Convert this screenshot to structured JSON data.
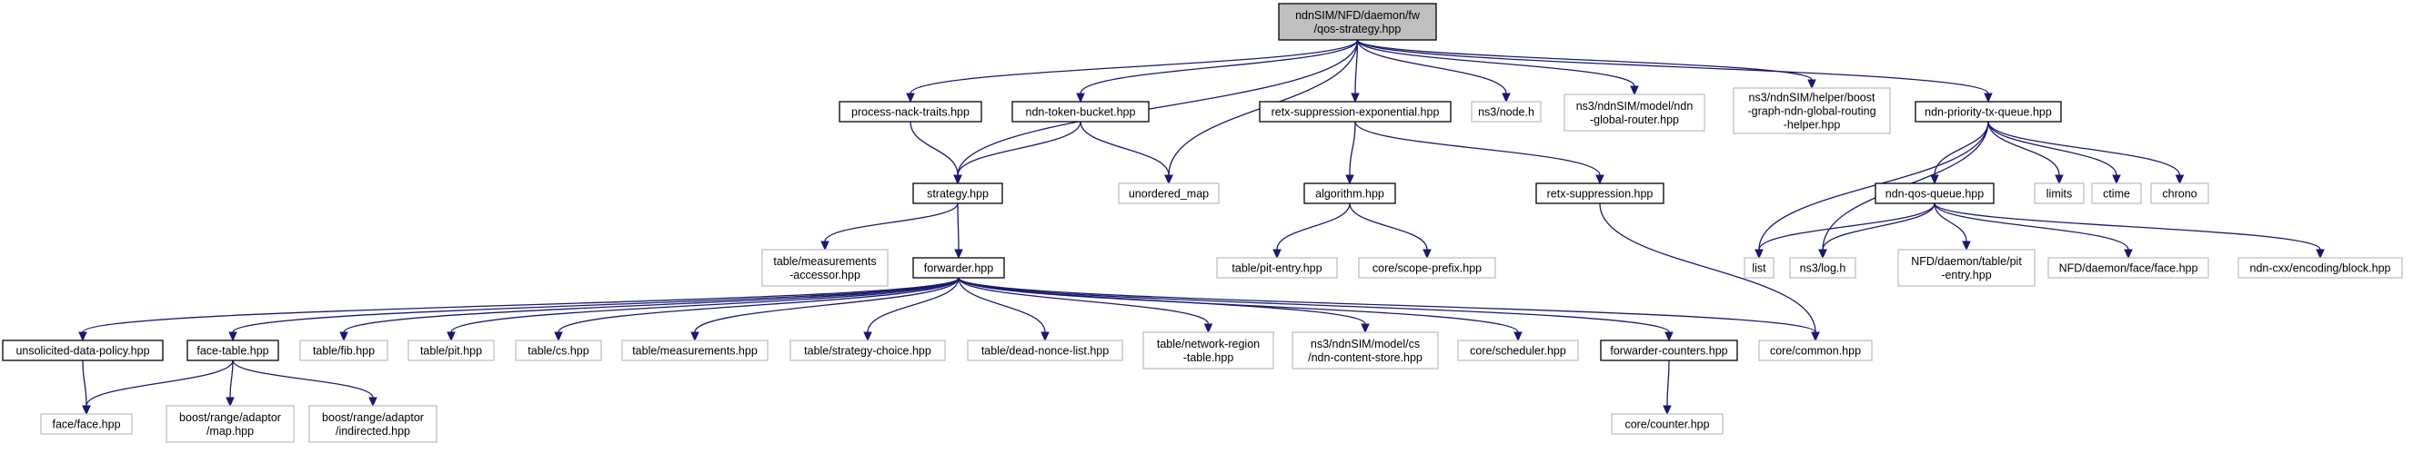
{
  "style": {
    "edge_color": "#191970",
    "root_fill": "#bfbfbf",
    "root_border": "#000000",
    "documented_border": "#000000",
    "undocumented_border": "#bfbfbf"
  },
  "nodes": {
    "qos_strategy": {
      "lines": [
        "ndnSIM/NFD/daemon/fw",
        "/qos-strategy.hpp"
      ],
      "kind": "root"
    },
    "process_nack_traits": {
      "lines": [
        "process-nack-traits.hpp"
      ],
      "kind": "documented"
    },
    "ndn_token_bucket": {
      "lines": [
        "ndn-token-bucket.hpp"
      ],
      "kind": "documented"
    },
    "unordered_map": {
      "lines": [
        "unordered_map"
      ],
      "kind": "external"
    },
    "retx_suppression_exponential": {
      "lines": [
        "retx-suppression-exponential.hpp"
      ],
      "kind": "documented"
    },
    "ns3_node": {
      "lines": [
        "ns3/node.h"
      ],
      "kind": "external"
    },
    "ndn_global_router": {
      "lines": [
        "ns3/ndnSIM/model/ndn",
        "-global-router.hpp"
      ],
      "kind": "external"
    },
    "boost_graph_helper": {
      "lines": [
        "ns3/ndnSIM/helper/boost",
        "-graph-ndn-global-routing",
        "-helper.hpp"
      ],
      "kind": "external"
    },
    "ndn_priority_tx_queue": {
      "lines": [
        "ndn-priority-tx-queue.hpp"
      ],
      "kind": "documented"
    },
    "strategy": {
      "lines": [
        "strategy.hpp"
      ],
      "kind": "documented"
    },
    "algorithm": {
      "lines": [
        "algorithm.hpp"
      ],
      "kind": "documented"
    },
    "retx_suppression": {
      "lines": [
        "retx-suppression.hpp"
      ],
      "kind": "documented"
    },
    "ndn_qos_queue": {
      "lines": [
        "ndn-qos-queue.hpp"
      ],
      "kind": "documented"
    },
    "limits": {
      "lines": [
        "limits"
      ],
      "kind": "external"
    },
    "ctime": {
      "lines": [
        "ctime"
      ],
      "kind": "external"
    },
    "chrono": {
      "lines": [
        "chrono"
      ],
      "kind": "external"
    },
    "measurements_accessor": {
      "lines": [
        "table/measurements",
        "-accessor.hpp"
      ],
      "kind": "external"
    },
    "forwarder": {
      "lines": [
        "forwarder.hpp"
      ],
      "kind": "documented"
    },
    "pit_entry": {
      "lines": [
        "table/pit-entry.hpp"
      ],
      "kind": "external"
    },
    "scope_prefix": {
      "lines": [
        "core/scope-prefix.hpp"
      ],
      "kind": "external"
    },
    "list": {
      "lines": [
        "list"
      ],
      "kind": "external"
    },
    "ns3_log": {
      "lines": [
        "ns3/log.h"
      ],
      "kind": "external"
    },
    "nfd_pit_entry": {
      "lines": [
        "NFD/daemon/table/pit",
        "-entry.hpp"
      ],
      "kind": "external"
    },
    "nfd_face": {
      "lines": [
        "NFD/daemon/face/face.hpp"
      ],
      "kind": "external"
    },
    "ndn_block": {
      "lines": [
        "ndn-cxx/encoding/block.hpp"
      ],
      "kind": "external"
    },
    "unsolicited_data_policy": {
      "lines": [
        "unsolicited-data-policy.hpp"
      ],
      "kind": "documented"
    },
    "face_table": {
      "lines": [
        "face-table.hpp"
      ],
      "kind": "documented"
    },
    "fib": {
      "lines": [
        "table/fib.hpp"
      ],
      "kind": "external"
    },
    "pit": {
      "lines": [
        "table/pit.hpp"
      ],
      "kind": "external"
    },
    "cs": {
      "lines": [
        "table/cs.hpp"
      ],
      "kind": "external"
    },
    "measurements": {
      "lines": [
        "table/measurements.hpp"
      ],
      "kind": "external"
    },
    "strategy_choice": {
      "lines": [
        "table/strategy-choice.hpp"
      ],
      "kind": "external"
    },
    "dead_nonce_list": {
      "lines": [
        "table/dead-nonce-list.hpp"
      ],
      "kind": "external"
    },
    "network_region_table": {
      "lines": [
        "table/network-region",
        "-table.hpp"
      ],
      "kind": "external"
    },
    "ndn_content_store": {
      "lines": [
        "ns3/ndnSIM/model/cs",
        "/ndn-content-store.hpp"
      ],
      "kind": "external"
    },
    "scheduler": {
      "lines": [
        "core/scheduler.hpp"
      ],
      "kind": "external"
    },
    "forwarder_counters": {
      "lines": [
        "forwarder-counters.hpp"
      ],
      "kind": "documented"
    },
    "common": {
      "lines": [
        "core/common.hpp"
      ],
      "kind": "external"
    },
    "face": {
      "lines": [
        "face/face.hpp"
      ],
      "kind": "external"
    },
    "map_adaptor": {
      "lines": [
        "boost/range/adaptor",
        "/map.hpp"
      ],
      "kind": "external"
    },
    "indirected_adaptor": {
      "lines": [
        "boost/range/adaptor",
        "/indirected.hpp"
      ],
      "kind": "external"
    },
    "counter": {
      "lines": [
        "core/counter.hpp"
      ],
      "kind": "external"
    }
  },
  "edges": [
    [
      "qos_strategy",
      "process_nack_traits"
    ],
    [
      "qos_strategy",
      "strategy"
    ],
    [
      "qos_strategy",
      "ndn_token_bucket"
    ],
    [
      "qos_strategy",
      "unordered_map"
    ],
    [
      "qos_strategy",
      "retx_suppression_exponential"
    ],
    [
      "qos_strategy",
      "ns3_node"
    ],
    [
      "qos_strategy",
      "ndn_global_router"
    ],
    [
      "qos_strategy",
      "boost_graph_helper"
    ],
    [
      "qos_strategy",
      "ndn_priority_tx_queue"
    ],
    [
      "process_nack_traits",
      "strategy"
    ],
    [
      "ndn_token_bucket",
      "strategy"
    ],
    [
      "ndn_token_bucket",
      "unordered_map"
    ],
    [
      "retx_suppression_exponential",
      "algorithm"
    ],
    [
      "retx_suppression_exponential",
      "retx_suppression"
    ],
    [
      "ndn_priority_tx_queue",
      "list"
    ],
    [
      "ndn_priority_tx_queue",
      "ns3_log"
    ],
    [
      "ndn_priority_tx_queue",
      "ndn_qos_queue"
    ],
    [
      "ndn_priority_tx_queue",
      "limits"
    ],
    [
      "ndn_priority_tx_queue",
      "ctime"
    ],
    [
      "ndn_priority_tx_queue",
      "chrono"
    ],
    [
      "strategy",
      "measurements_accessor"
    ],
    [
      "strategy",
      "forwarder"
    ],
    [
      "algorithm",
      "pit_entry"
    ],
    [
      "algorithm",
      "scope_prefix"
    ],
    [
      "retx_suppression",
      "common"
    ],
    [
      "ndn_qos_queue",
      "list"
    ],
    [
      "ndn_qos_queue",
      "ns3_log"
    ],
    [
      "ndn_qos_queue",
      "nfd_pit_entry"
    ],
    [
      "ndn_qos_queue",
      "nfd_face"
    ],
    [
      "ndn_qos_queue",
      "ndn_block"
    ],
    [
      "forwarder",
      "unsolicited_data_policy"
    ],
    [
      "forwarder",
      "face_table"
    ],
    [
      "forwarder",
      "fib"
    ],
    [
      "forwarder",
      "pit"
    ],
    [
      "forwarder",
      "cs"
    ],
    [
      "forwarder",
      "measurements"
    ],
    [
      "forwarder",
      "strategy_choice"
    ],
    [
      "forwarder",
      "dead_nonce_list"
    ],
    [
      "forwarder",
      "network_region_table"
    ],
    [
      "forwarder",
      "ndn_content_store"
    ],
    [
      "forwarder",
      "scheduler"
    ],
    [
      "forwarder",
      "forwarder_counters"
    ],
    [
      "forwarder",
      "common"
    ],
    [
      "unsolicited_data_policy",
      "face"
    ],
    [
      "face_table",
      "face"
    ],
    [
      "face_table",
      "map_adaptor"
    ],
    [
      "face_table",
      "indirected_adaptor"
    ],
    [
      "forwarder_counters",
      "counter"
    ]
  ]
}
